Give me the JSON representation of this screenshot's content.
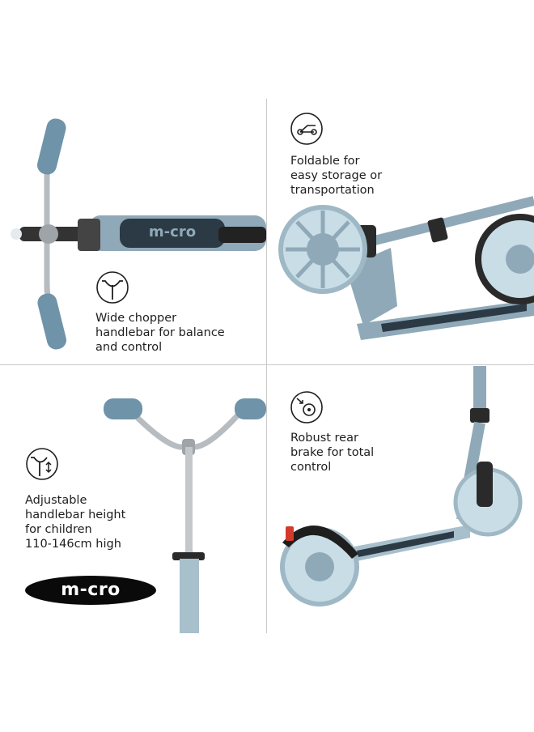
{
  "panels": {
    "handlebar": {
      "icon": "handlebar-icon",
      "caption": [
        "Wide chopper",
        "handlebar for balance",
        "and control"
      ],
      "deck_logo": "m-cro"
    },
    "fold": {
      "icon": "folding-scooter-icon",
      "caption": [
        "Foldable for",
        "easy storage or",
        "transportation"
      ]
    },
    "height": {
      "icon": "adjustable-handlebar-icon",
      "caption": [
        "Adjustable",
        "handlebar height",
        "for children",
        "110-146cm high"
      ],
      "brand_logo": "m-cro"
    },
    "brake": {
      "icon": "rear-brake-icon",
      "caption": [
        "Robust rear",
        "brake for total",
        "control"
      ]
    }
  },
  "colors": {
    "scooter_blue": "#8fa9b8",
    "grip_blue": "#6f93a8",
    "dark": "#1e1e1e",
    "logo_bg": "#0a0a0a"
  }
}
